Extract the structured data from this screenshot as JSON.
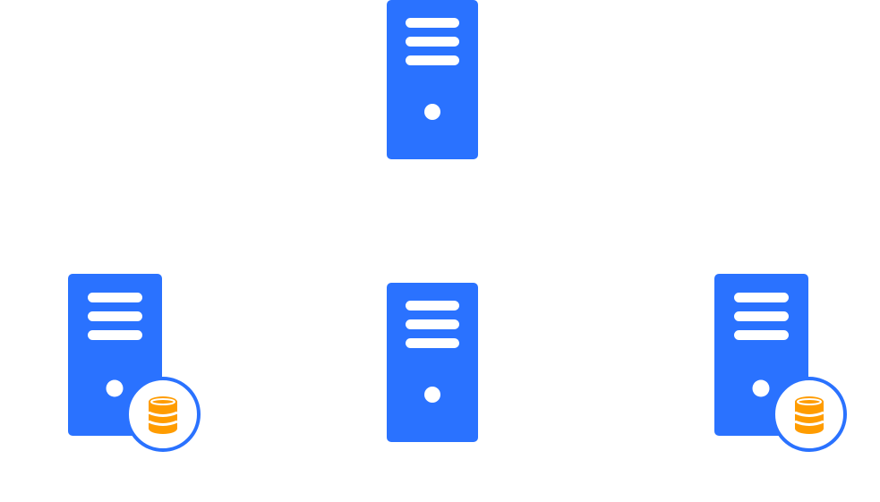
{
  "colors": {
    "server": "#2a72ff",
    "server_slot": "#ffffff",
    "badge_ring": "#2a72ff",
    "badge_fill": "#ffffff",
    "database": "#ff9c00"
  },
  "nodes": [
    {
      "id": "top-server",
      "icon": "server-icon",
      "has_database_badge": false
    },
    {
      "id": "left-server",
      "icon": "server-icon",
      "has_database_badge": true,
      "badge_icon": "database-icon"
    },
    {
      "id": "middle-server",
      "icon": "server-icon",
      "has_database_badge": false
    },
    {
      "id": "right-server",
      "icon": "server-icon",
      "has_database_badge": true,
      "badge_icon": "database-icon"
    }
  ]
}
